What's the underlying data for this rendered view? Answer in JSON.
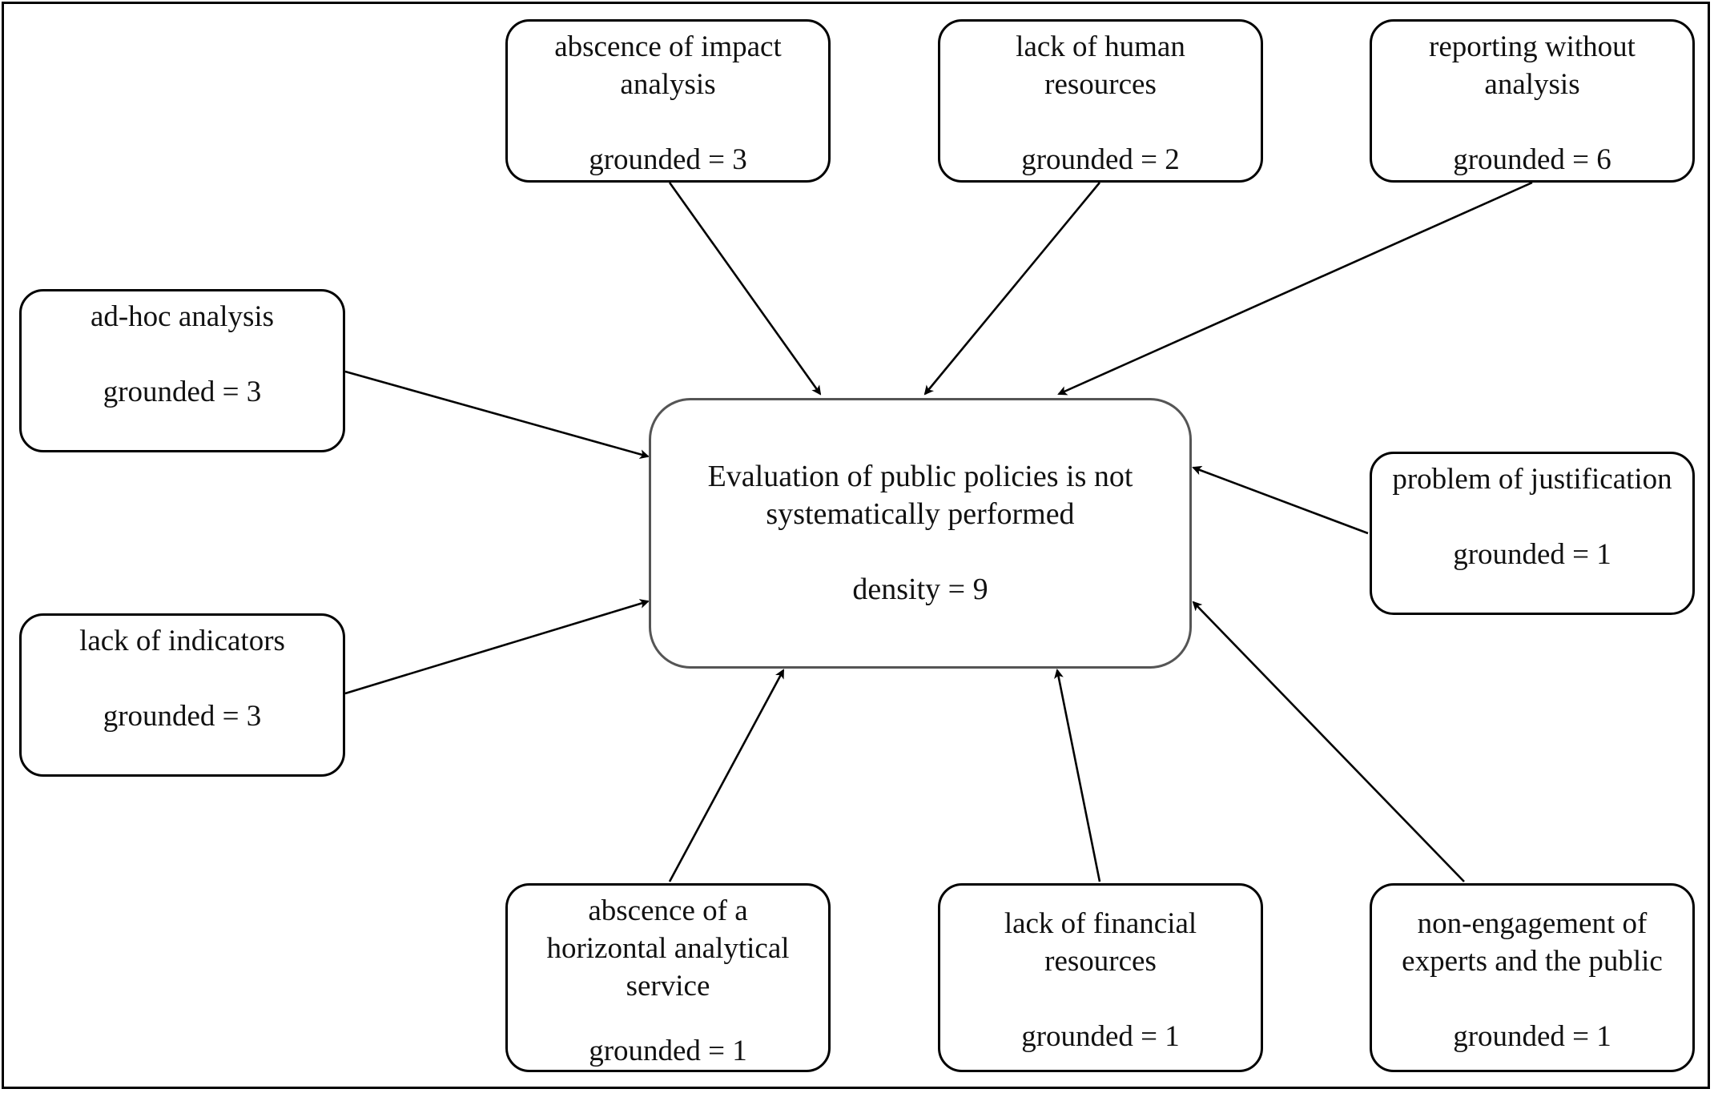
{
  "center": {
    "label_line1": "Evaluation of public policies is not",
    "label_line2": "systematically performed",
    "metric": "density = 9"
  },
  "nodes": [
    {
      "id": "impact",
      "line1": "abscence of impact",
      "line2": "analysis",
      "line3": "",
      "metric": "grounded = 3"
    },
    {
      "id": "human",
      "line1": "lack of human",
      "line2": "resources",
      "line3": "",
      "metric": "grounded = 2"
    },
    {
      "id": "reporting",
      "line1": "reporting without",
      "line2": "analysis",
      "line3": "",
      "metric": "grounded = 6"
    },
    {
      "id": "adhoc",
      "line1": "ad-hoc analysis",
      "line2": "",
      "line3": "",
      "metric": "grounded = 3"
    },
    {
      "id": "justification",
      "line1": "problem of justification",
      "line2": "",
      "line3": "",
      "metric": "grounded = 1"
    },
    {
      "id": "indicators",
      "line1": "lack of indicators",
      "line2": "",
      "line3": "",
      "metric": "grounded = 3"
    },
    {
      "id": "horizontal",
      "line1": "abscence of a",
      "line2": "horizontal analytical",
      "line3": "service",
      "metric": "grounded = 1"
    },
    {
      "id": "financial",
      "line1": "lack of financial",
      "line2": "resources",
      "line3": "",
      "metric": "grounded = 1"
    },
    {
      "id": "engagement",
      "line1": "non-engagement of",
      "line2": "experts and the public",
      "line3": "",
      "metric": "grounded = 1"
    }
  ],
  "colors": {
    "stroke": "#000000",
    "center_border": "#555555",
    "text": "#111111"
  }
}
